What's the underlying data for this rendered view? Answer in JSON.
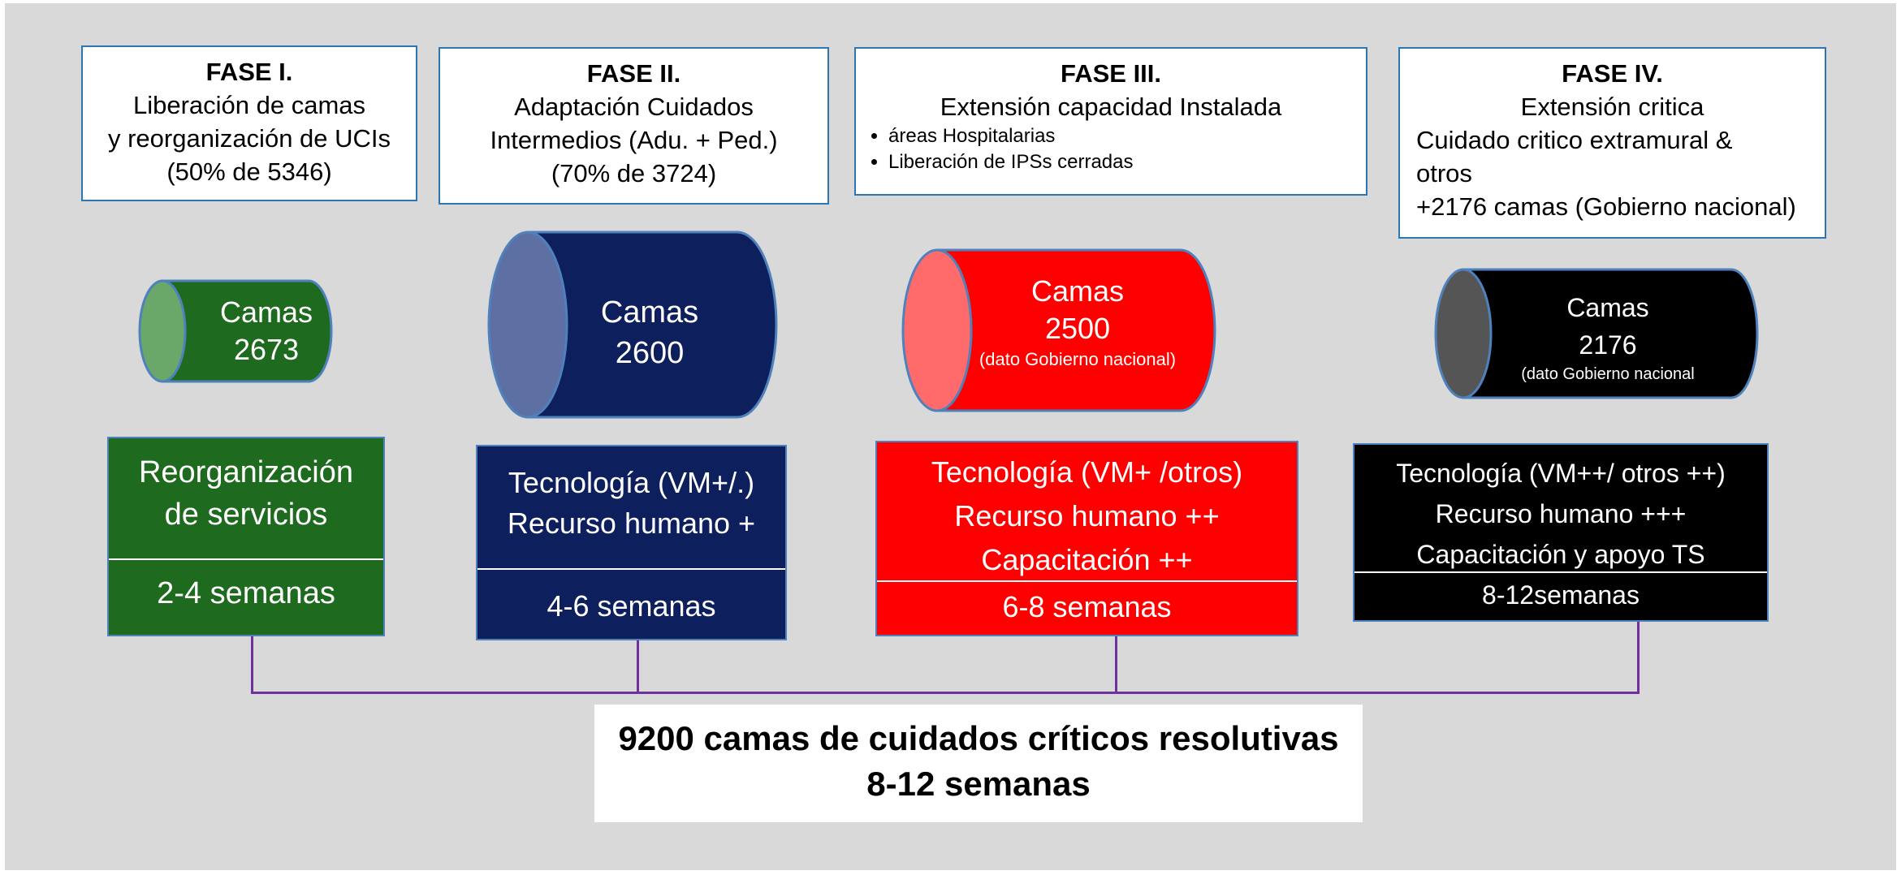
{
  "phases": [
    {
      "title": "FASE I.",
      "lines": [
        "Liberación de camas",
        "y reorganización de UCIs",
        "(50% de 5346)"
      ],
      "cylinder": {
        "line1": "Camas",
        "line2": "2673",
        "note": "",
        "color": "#1e6a1e"
      },
      "box": {
        "lines": [
          "Reorganización",
          "de servicios"
        ],
        "duration": "2-4 semanas",
        "color": "#1e6a1e"
      }
    },
    {
      "title": "FASE II.",
      "lines": [
        "Adaptación Cuidados",
        "Intermedios (Adu. + Ped.)",
        "(70% de 3724)"
      ],
      "cylinder": {
        "line1": "Camas",
        "line2": "2600",
        "note": "",
        "color": "#0d1f5c"
      },
      "box": {
        "lines": [
          "Tecnología (VM+/.)",
          "Recurso humano +"
        ],
        "duration": "4-6 semanas",
        "color": "#0d1f5c"
      }
    },
    {
      "title": "FASE III.",
      "lines": [
        "Extensión capacidad Instalada"
      ],
      "bullets": [
        "áreas Hospitalarias",
        "Liberación de IPSs cerradas"
      ],
      "cylinder": {
        "line1": "Camas",
        "line2": "2500",
        "note": "(dato Gobierno nacional)",
        "color": "#ff0000"
      },
      "box": {
        "lines": [
          "Tecnología (VM+ /otros)",
          "Recurso humano ++",
          "Capacitación ++"
        ],
        "duration": "6-8 semanas",
        "color": "#ff0000"
      }
    },
    {
      "title": "FASE IV.",
      "lines": [
        "Extensión critica"
      ],
      "left_lines": [
        "Cuidado critico extramural &",
        "otros",
        "+2176 camas (Gobierno nacional)"
      ],
      "cylinder": {
        "line1": "Camas",
        "line2": "2176",
        "note": "(dato Gobierno nacional",
        "color": "#000000"
      },
      "box": {
        "lines": [
          "Tecnología (VM++/ otros ++)",
          "Recurso humano +++",
          "Capacitación y apoyo TS"
        ],
        "duration": "8-12semanas",
        "color": "#000000"
      }
    }
  ],
  "summary": {
    "line1": "9200 camas de cuidados críticos resolutivas",
    "line2": "8-12 semanas"
  }
}
